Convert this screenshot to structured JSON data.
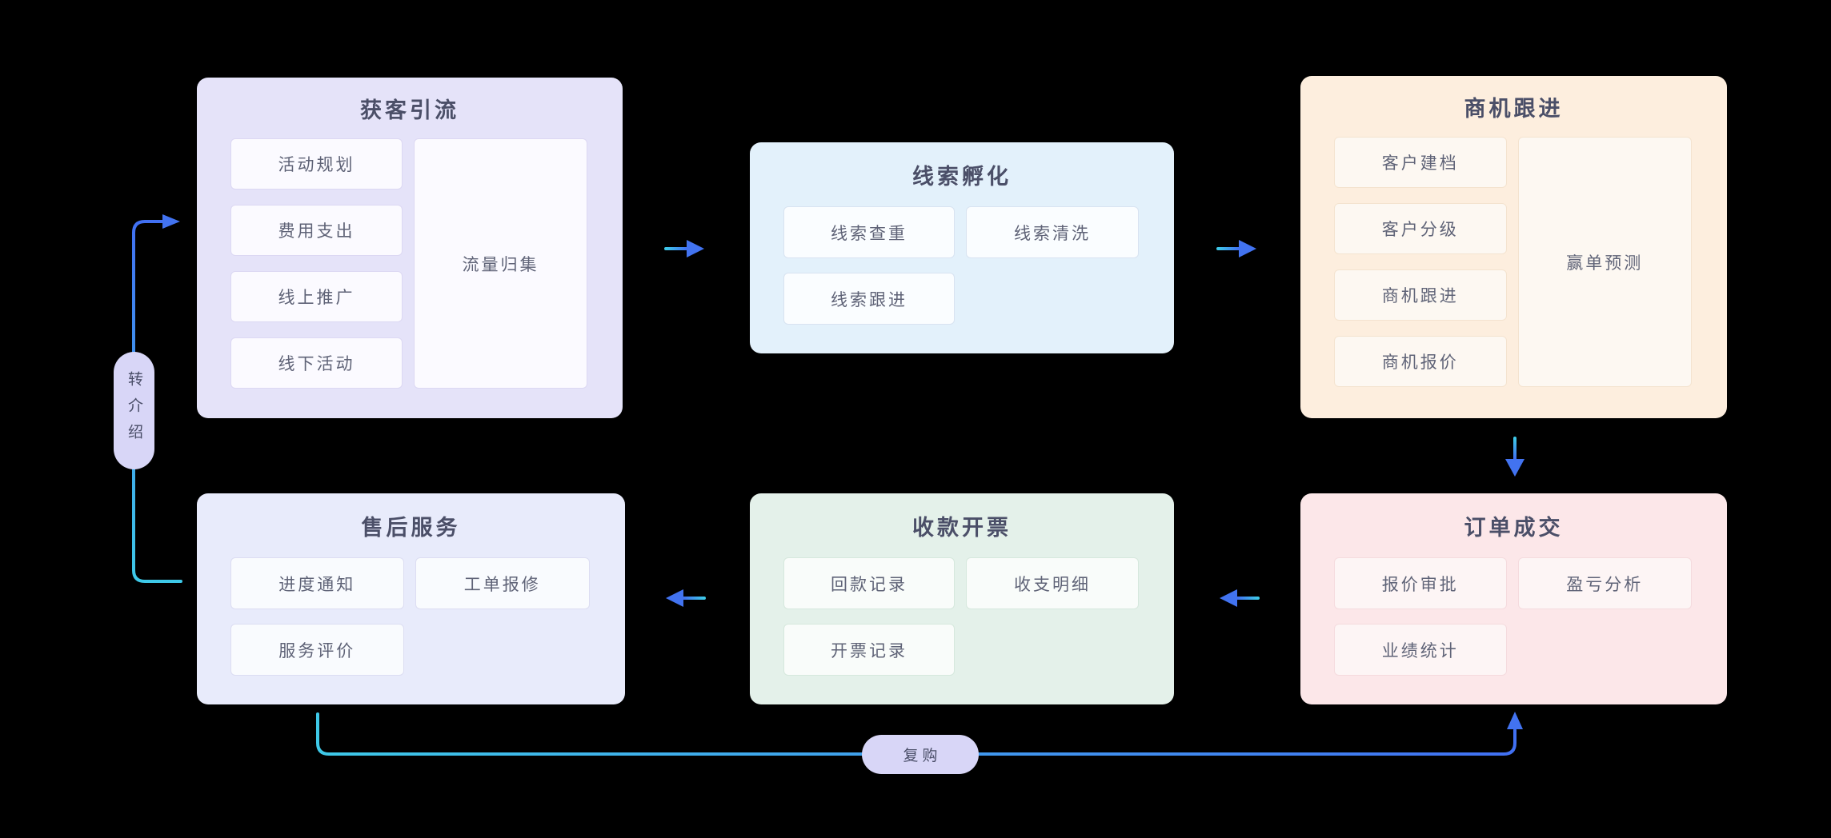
{
  "theme": {
    "background": "#000000",
    "title_text": "#4b4f68",
    "item_text": "#5f6377",
    "pill_bg": "#d8d6f7",
    "pill_text": "#4a4e68",
    "line_cyan": "#3ec9e8",
    "line_blue": "#4170f2",
    "arrow_head": "#4273f0"
  },
  "panels": [
    {
      "id": "customer-acquisition",
      "title": "获客引流",
      "items": [
        "活动规划",
        "费用支出",
        "线上推广",
        "线下活动"
      ],
      "side": "流量归集",
      "colors": {
        "bg": "#e5e3f9",
        "item_bg": "#fbfaff",
        "item_border": "#dcd8f3"
      }
    },
    {
      "id": "lead-incubation",
      "title": "线索孵化",
      "items": [
        "线索查重",
        "线索跟进"
      ],
      "side": "线索清洗",
      "colors": {
        "bg": "#e3f1fb",
        "item_bg": "#fafdff",
        "item_border": "#d8e3f1"
      }
    },
    {
      "id": "opportunity-follow-up",
      "title": "商机跟进",
      "items": [
        "客户建档",
        "客户分级",
        "商机跟进",
        "商机报价"
      ],
      "side": "赢单预测",
      "colors": {
        "bg": "#fdeede",
        "item_bg": "#fdf8f2",
        "item_border": "#f4e3cf"
      }
    },
    {
      "id": "after-sales-service",
      "title": "售后服务",
      "items": [
        "进度通知",
        "服务评价"
      ],
      "side": "工单报修",
      "colors": {
        "bg": "#e8ebfb",
        "item_bg": "#f9fbfe",
        "item_border": "#dcddf2"
      }
    },
    {
      "id": "collection-invoicing",
      "title": "收款开票",
      "items": [
        "回款记录",
        "开票记录"
      ],
      "side": "收支明细",
      "colors": {
        "bg": "#e4f1ea",
        "item_bg": "#f9fcfa",
        "item_border": "#d6e8dd"
      }
    },
    {
      "id": "order-closing",
      "title": "订单成交",
      "items": [
        "报价审批",
        "业绩统计"
      ],
      "side": "盈亏分析",
      "colors": {
        "bg": "#fce7e9",
        "item_bg": "#fdf5f5",
        "item_border": "#f5dbde"
      }
    }
  ],
  "loop_labels": {
    "referral": "转介绍",
    "repurchase": "复购"
  },
  "edges": [
    {
      "from": "获客引流",
      "to": "线索孵化"
    },
    {
      "from": "线索孵化",
      "to": "商机跟进"
    },
    {
      "from": "商机跟进",
      "to": "订单成交"
    },
    {
      "from": "订单成交",
      "to": "收款开票"
    },
    {
      "from": "收款开票",
      "to": "售后服务"
    },
    {
      "from": "售后服务",
      "to": "获客引流",
      "label": "转介绍"
    },
    {
      "from": "售后服务",
      "to": "订单成交",
      "label": "复购"
    }
  ]
}
